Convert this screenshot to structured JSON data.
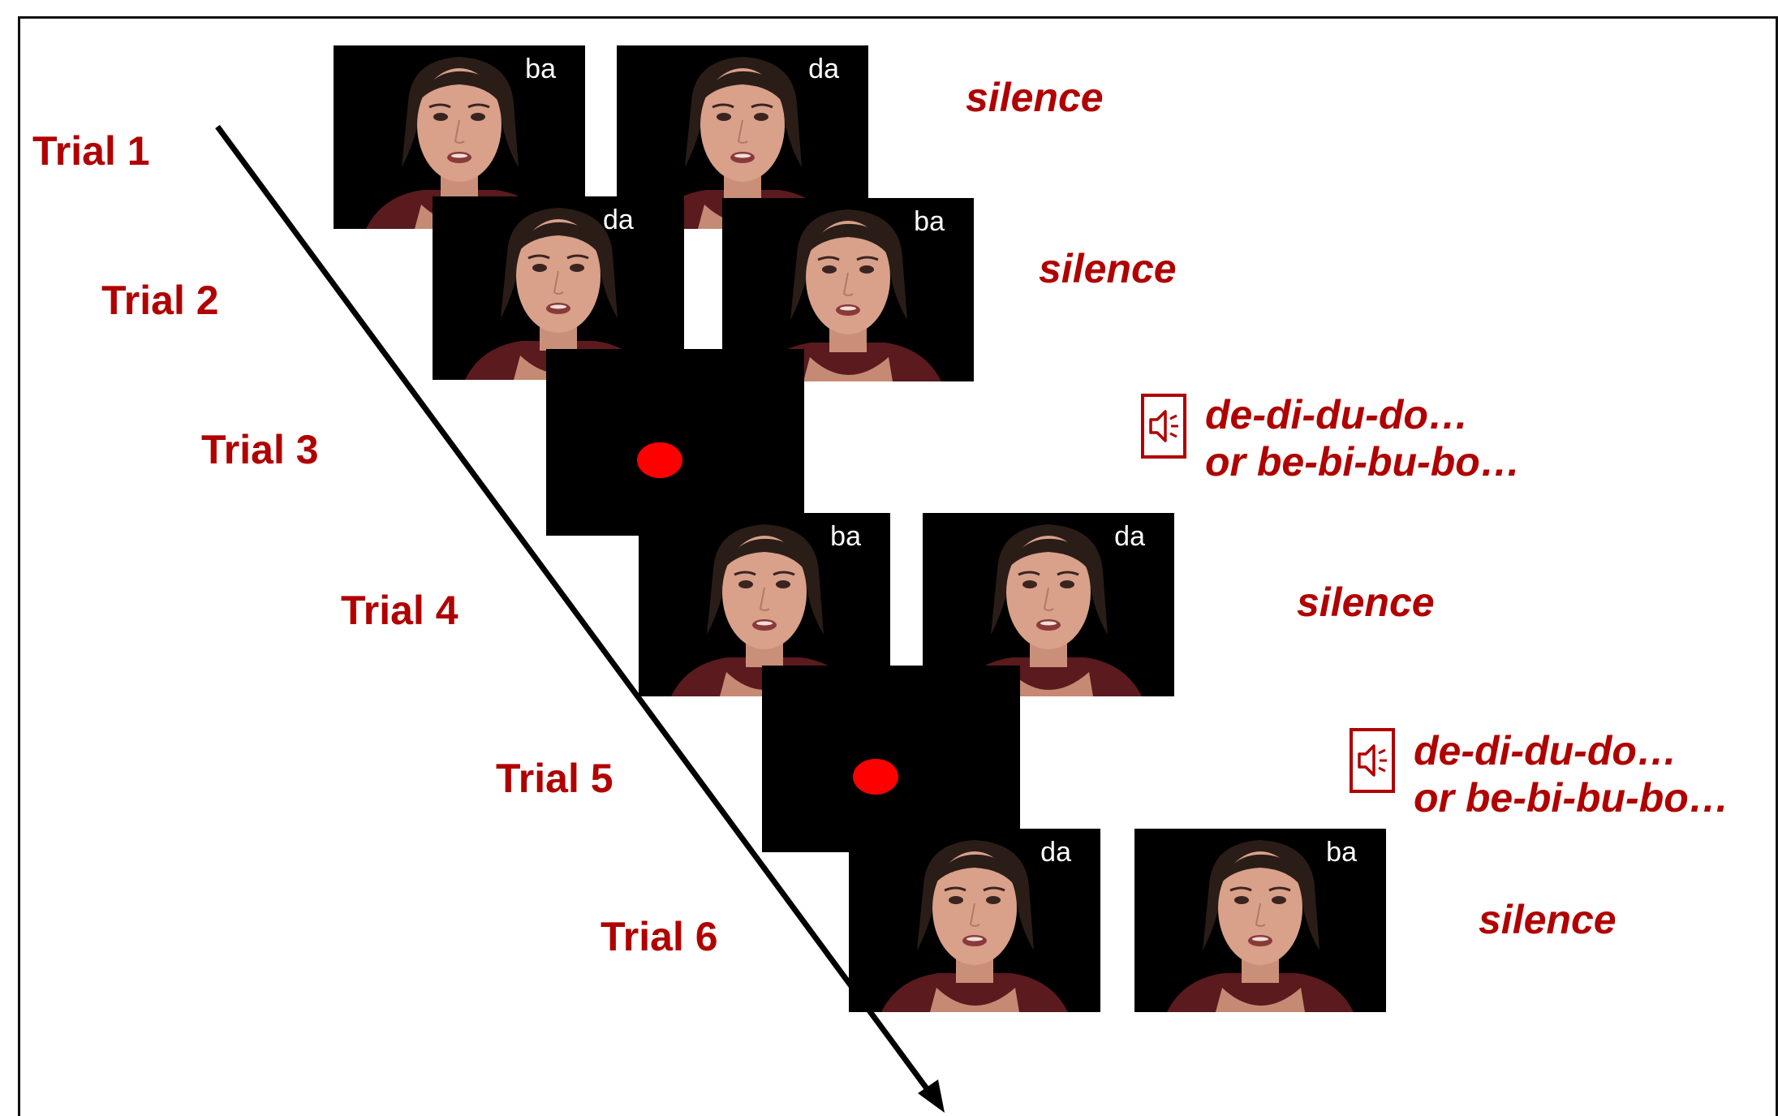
{
  "trials": [
    {
      "label": "Trial 1",
      "condition": "silence",
      "syllables": [
        "ba",
        "da"
      ]
    },
    {
      "label": "Trial 2",
      "condition": "silence",
      "syllables": [
        "da",
        "ba"
      ]
    },
    {
      "label": "Trial 3",
      "condition_lines": [
        "de-di-du-do…",
        "or be-bi-bu-bo…"
      ]
    },
    {
      "label": "Trial 4",
      "condition": "silence",
      "syllables": [
        "ba",
        "da"
      ]
    },
    {
      "label": "Trial 5",
      "condition_lines": [
        "de-di-du-do…",
        "or be-bi-bu-bo…"
      ]
    },
    {
      "label": "Trial 6",
      "condition": "silence",
      "syllables": [
        "da",
        "ba"
      ]
    }
  ],
  "icons": {
    "face": "face-video-frame",
    "sound": "speaker-icon",
    "fixation": "red-dot"
  },
  "colors": {
    "label": "#b00000",
    "fixation_dot": "#ff0000",
    "frame_bg": "#000000"
  }
}
